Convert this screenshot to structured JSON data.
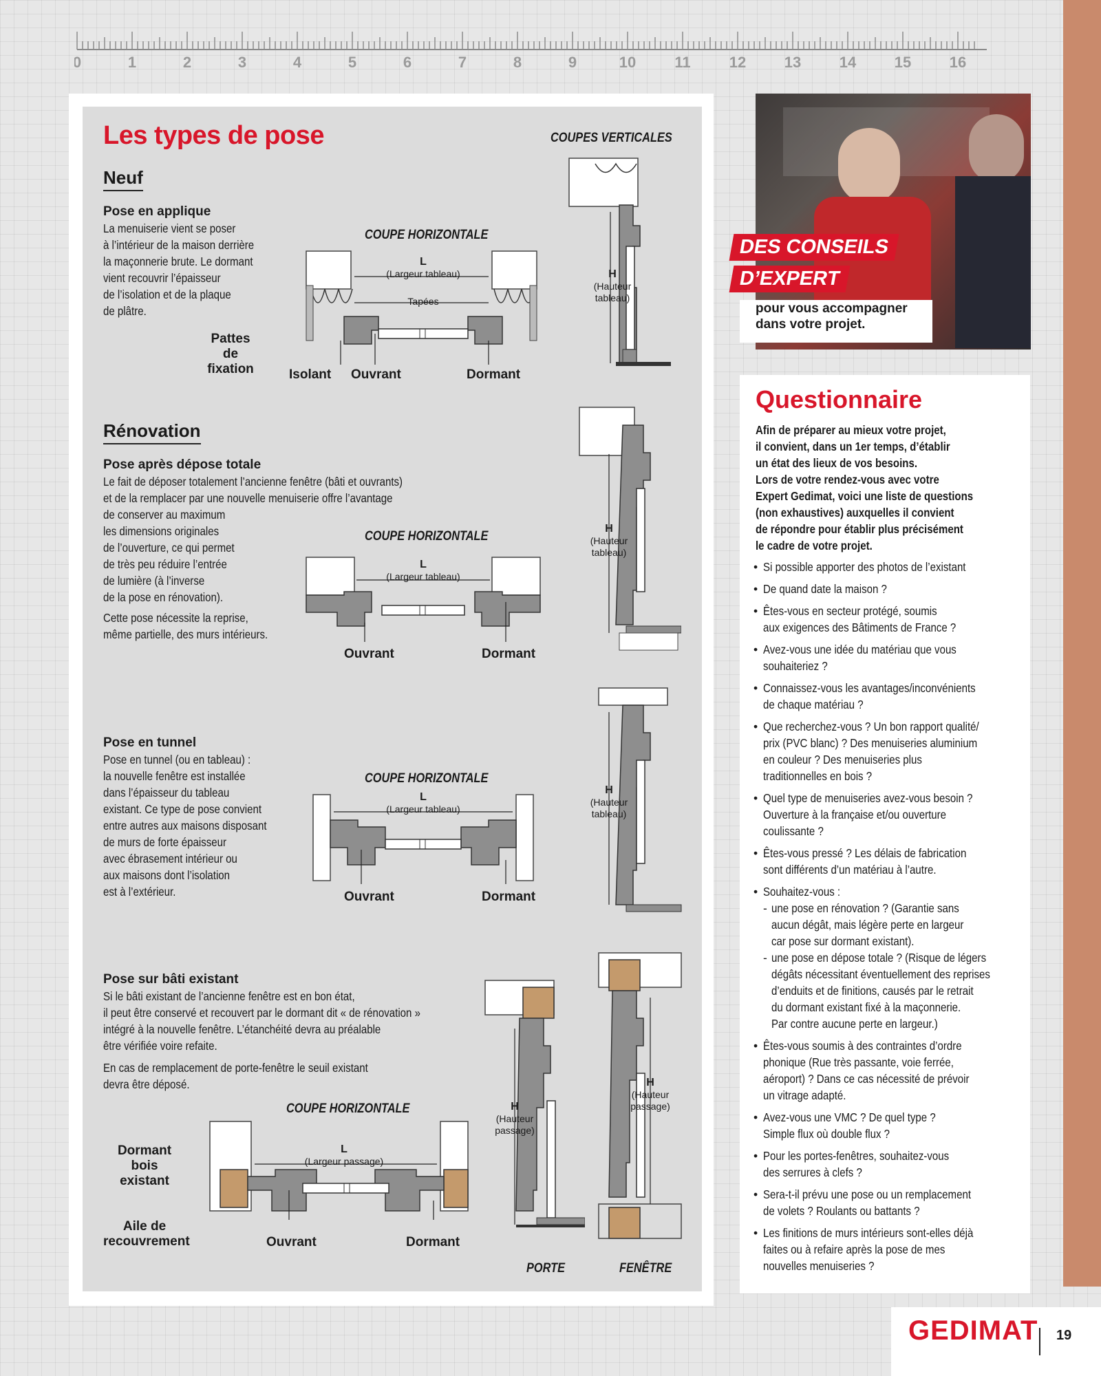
{
  "ruler": {
    "ticks": [
      "0",
      "1",
      "2",
      "3",
      "4",
      "5",
      "6",
      "7",
      "8",
      "9",
      "10",
      "11",
      "12",
      "13",
      "14",
      "15",
      "16"
    ]
  },
  "main": {
    "title": "Les types de pose",
    "coupes_verticales": "COUPES VERTICALES",
    "neuf": {
      "heading": "Neuf",
      "subheading": "Pose en applique",
      "lines": [
        "La menuiserie vient se poser",
        "à l’intérieur de la maison derrière",
        "la maçonnerie brute. Le dormant",
        "vient recouvrir l’épaisseur",
        "de l’isolation et de la plaque",
        "de plâtre."
      ],
      "diagram_title": "COUPE HORIZONTALE",
      "L": "L",
      "largeur": "(Largeur tableau)",
      "tapees": "Tapées",
      "pattes": "Pattes",
      "de_fixation": "de fixation",
      "isolant": "Isolant",
      "ouvrant": "Ouvrant",
      "dormant": "Dormant",
      "H": "H",
      "hauteur": "(Hauteur",
      "tableau": "tableau)"
    },
    "renovation": {
      "heading": "Rénovation",
      "subheading": "Pose après dépose totale",
      "lines": [
        "Le fait de déposer totalement l’ancienne fenêtre (bâti et ouvrants)",
        "et de la remplacer par une nouvelle menuiserie offre l’avantage",
        "de conserver au maximum",
        "les dimensions originales",
        "de l’ouverture, ce qui permet",
        "de très peu réduire l’entrée",
        "de lumière (à l’inverse",
        "de la pose en rénovation)."
      ],
      "lines2": [
        "Cette pose nécessite la reprise,",
        "même partielle, des murs intérieurs."
      ],
      "diagram_title": "COUPE HORIZONTALE",
      "L": "L",
      "largeur": "(Largeur tableau)",
      "ouvrant": "Ouvrant",
      "dormant": "Dormant",
      "H": "H",
      "hauteur": "(Hauteur",
      "tableau": "tableau)"
    },
    "tunnel": {
      "subheading": "Pose en tunnel",
      "lines": [
        "Pose en tunnel (ou en tableau) :",
        "la nouvelle fenêtre est installée",
        "dans l’épaisseur du tableau",
        "existant. Ce type de pose convient",
        "entre autres aux maisons disposant",
        "de murs de forte épaisseur",
        "avec ébrasement intérieur ou",
        "aux maisons dont l’isolation",
        "est à l’extérieur."
      ],
      "diagram_title": "COUPE HORIZONTALE",
      "L": "L",
      "largeur": "(Largeur tableau)",
      "ouvrant": "Ouvrant",
      "dormant": "Dormant",
      "H": "H",
      "hauteur": "(Hauteur",
      "tableau": "tableau)"
    },
    "bati": {
      "subheading": "Pose sur bâti existant",
      "lines": [
        "Si le bâti existant de l’ancienne fenêtre est en bon état,",
        "il peut être conservé et recouvert par le dormant dit « de rénovation »",
        "intégré à la nouvelle fenêtre. L’étanchéité devra au préalable",
        "être vérifiée voire refaite."
      ],
      "lines2": [
        "En cas de remplacement de porte-fenêtre le seuil existant",
        "devra être déposé."
      ],
      "diagram_title": "COUPE HORIZONTALE",
      "dormant_bois": "Dormant bois",
      "existant": "existant",
      "aile": "Aile de",
      "recouvrement": "recouvrement",
      "L": "L",
      "largeur": "(Largeur passage)",
      "ouvrant": "Ouvrant",
      "dormant": "Dormant",
      "H": "H",
      "hauteur": "(Hauteur",
      "passage": "passage)",
      "porte": "PORTE",
      "fenetre": "FENÊTRE"
    }
  },
  "promo": {
    "line1": "DES CONSEILS",
    "line2": "D’EXPERT",
    "sub1": "pour vous accompagner",
    "sub2": "dans votre projet."
  },
  "questionnaire": {
    "title": "Questionnaire",
    "intro": [
      "Afin de préparer au mieux votre projet,",
      "il convient, dans un 1er temps, d’établir",
      "un état des lieux de vos besoins.",
      "Lors de votre rendez-vous avec votre",
      "Expert Gedimat, voici une liste de questions",
      "(non exhaustives) auxquelles il convient",
      "de répondre pour établir plus précisément",
      "le cadre de votre projet."
    ],
    "items": [
      [
        "Si possible apporter des photos de l’existant"
      ],
      [
        "De quand date la maison ?"
      ],
      [
        "Êtes-vous en secteur protégé, soumis",
        "aux exigences des Bâtiments de France ?"
      ],
      [
        "Avez-vous une idée du matériau que vous",
        "souhaiteriez ?"
      ],
      [
        "Connaissez-vous les avantages/inconvénients",
        "de chaque matériau ?"
      ],
      [
        "Que recherchez-vous ? Un bon rapport qualité/",
        "prix (PVC blanc) ? Des menuiseries aluminium",
        "en couleur ? Des menuiseries plus",
        "traditionnelles en bois ?"
      ],
      [
        "Quel type de menuiseries avez-vous besoin ?",
        "Ouverture à la française et/ou ouverture",
        "coulissante ?"
      ],
      [
        "Êtes-vous pressé ? Les délais de fabrication",
        "sont différents d’un matériau à l’autre."
      ]
    ],
    "souhaitez": "Souhaitez-vous :",
    "sub_items": [
      [
        "une pose en rénovation ? (Garantie sans",
        "aucun dégât, mais légère perte en largeur",
        "car pose sur dormant existant)."
      ],
      [
        "une pose en dépose totale ? (Risque de légers",
        "dégâts nécessitant éventuellement des reprises",
        "d’enduits et de finitions, causés par le retrait",
        "du dormant existant fixé à la maçonnerie.",
        "Par contre aucune perte en largeur.)"
      ]
    ],
    "items2": [
      [
        "Êtes-vous soumis à des contraintes d’ordre",
        "phonique (Rue très passante, voie ferrée,",
        "aéroport) ? Dans ce cas nécessité de prévoir",
        "un vitrage adapté."
      ],
      [
        "Avez-vous une VMC ? De quel type ?",
        "Simple flux où double flux ?"
      ],
      [
        "Pour les portes-fenêtres, souhaitez-vous",
        "des serrures à clefs ?"
      ],
      [
        "Sera-t-il prévu une pose ou un remplacement",
        "de volets ? Roulants ou battants ?"
      ],
      [
        "Les finitions de murs intérieurs sont-elles déjà",
        "faites ou à refaire après la pose de mes",
        "nouvelles menuiseries ?"
      ]
    ]
  },
  "footer": {
    "logo": "GEDIMAT",
    "page": "19"
  }
}
